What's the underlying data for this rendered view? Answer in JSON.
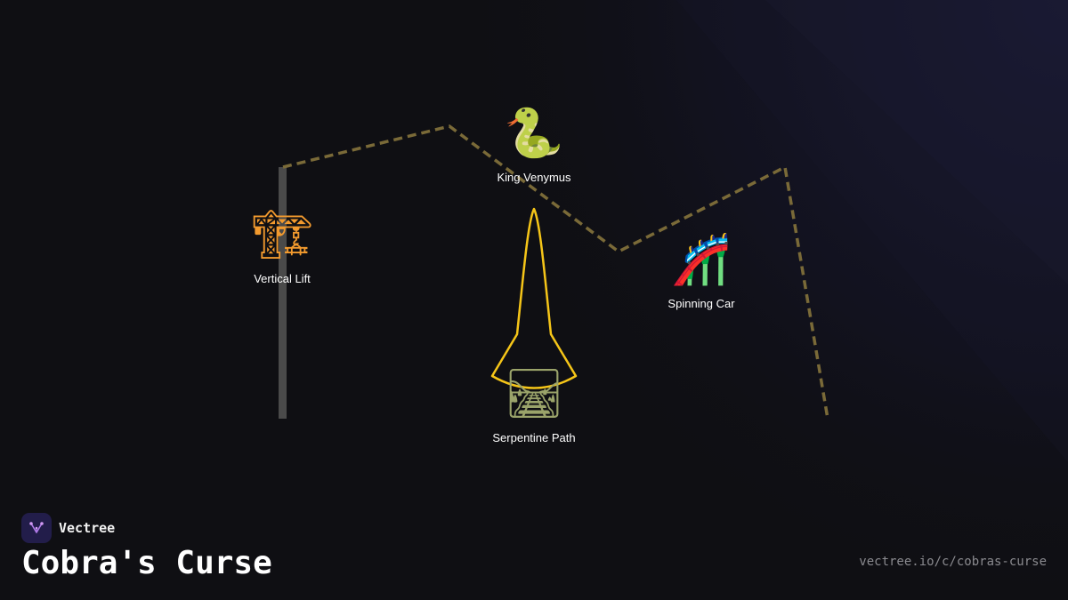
{
  "title": "Cobra's Curse",
  "brand": {
    "name": "Vectree",
    "logo_icon": "vectree-logo-icon"
  },
  "share_url": "vectree.io/c/cobras-curse",
  "colors": {
    "background": "#0f0f13",
    "lift_bar": "#4a4a4a",
    "dashed_track": "#7a6a38",
    "highlight_outline": "#f5c518",
    "label_text": "#ffffff",
    "url_text": "#8a8a8f"
  },
  "nodes": [
    {
      "id": "king-venymus",
      "label": "King Venymus",
      "icon": "snake-icon"
    },
    {
      "id": "vertical-lift",
      "label": "Vertical Lift",
      "icon": "crane-icon"
    },
    {
      "id": "spinning-car",
      "label": "Spinning Car",
      "icon": "roller-coaster-icon"
    },
    {
      "id": "serpentine-path",
      "label": "Serpentine Path",
      "icon": "railway-track-icon"
    }
  ]
}
